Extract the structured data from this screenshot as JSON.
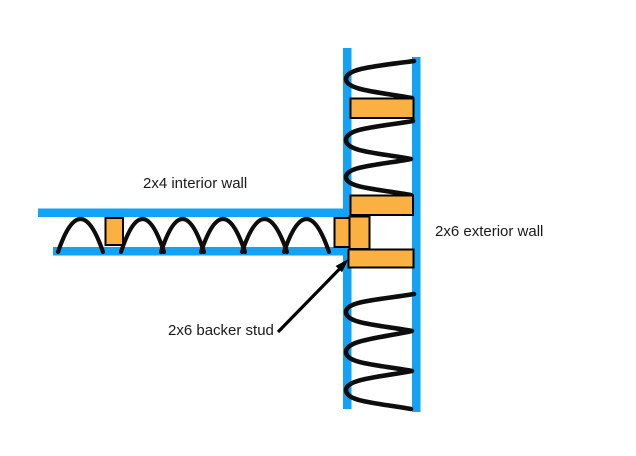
{
  "labels": {
    "interior_wall": "2x4 interior wall",
    "exterior_wall": "2x6 exterior wall",
    "backer_stud": "2x6 backer stud"
  },
  "colors": {
    "wall_blue": "#12A3F7",
    "stud_orange": "#FBB042",
    "stud_border": "#000000",
    "insulation": "#0D0D0D",
    "arrow": "#000000",
    "label_text": "#1A1A1A",
    "background": "#FFFFFF"
  },
  "structure": {
    "interior_wall": {
      "size": "2x4",
      "orientation": "horizontal",
      "visible_studs": 1,
      "insulation_arches": 6
    },
    "exterior_wall": {
      "size": "2x6",
      "orientation": "vertical",
      "visible_studs": 3,
      "insulation_coil_sections": 3
    },
    "backer_stud": {
      "size": "2x6",
      "pieces": 2
    }
  }
}
